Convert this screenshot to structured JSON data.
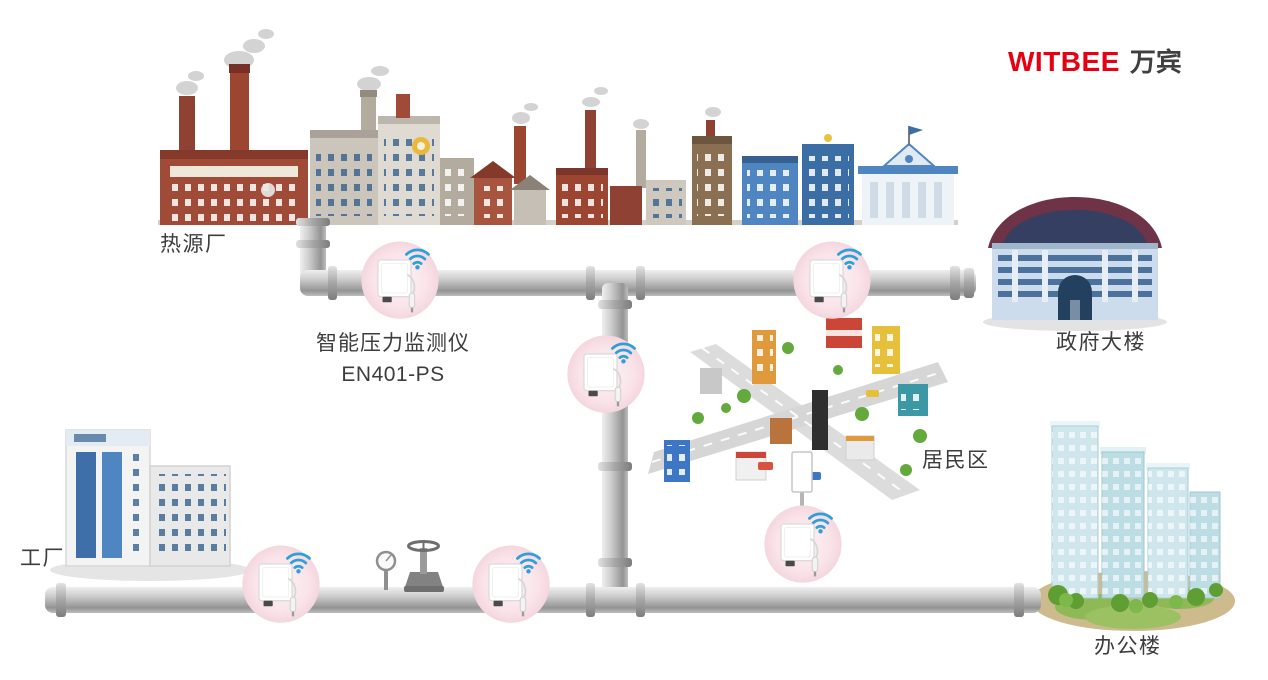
{
  "logo": {
    "brand": "WITBEE",
    "brand_cn": "万宾",
    "brand_color": "#e60012",
    "cn_color": "#3f3f3f"
  },
  "labels": {
    "heat_source": "热源厂",
    "sensor_name": "智能压力监测仪",
    "sensor_model": "EN401-PS",
    "government": "政府大楼",
    "residential": "居民区",
    "factory": "工厂",
    "office": "办公楼"
  },
  "sensors": {
    "count": 6,
    "wifi_color": "#2f9fd8",
    "halo_color": "#f9e2e8"
  },
  "scene": {
    "pipe_color": "#b9b9b9",
    "background": "#ffffff"
  }
}
